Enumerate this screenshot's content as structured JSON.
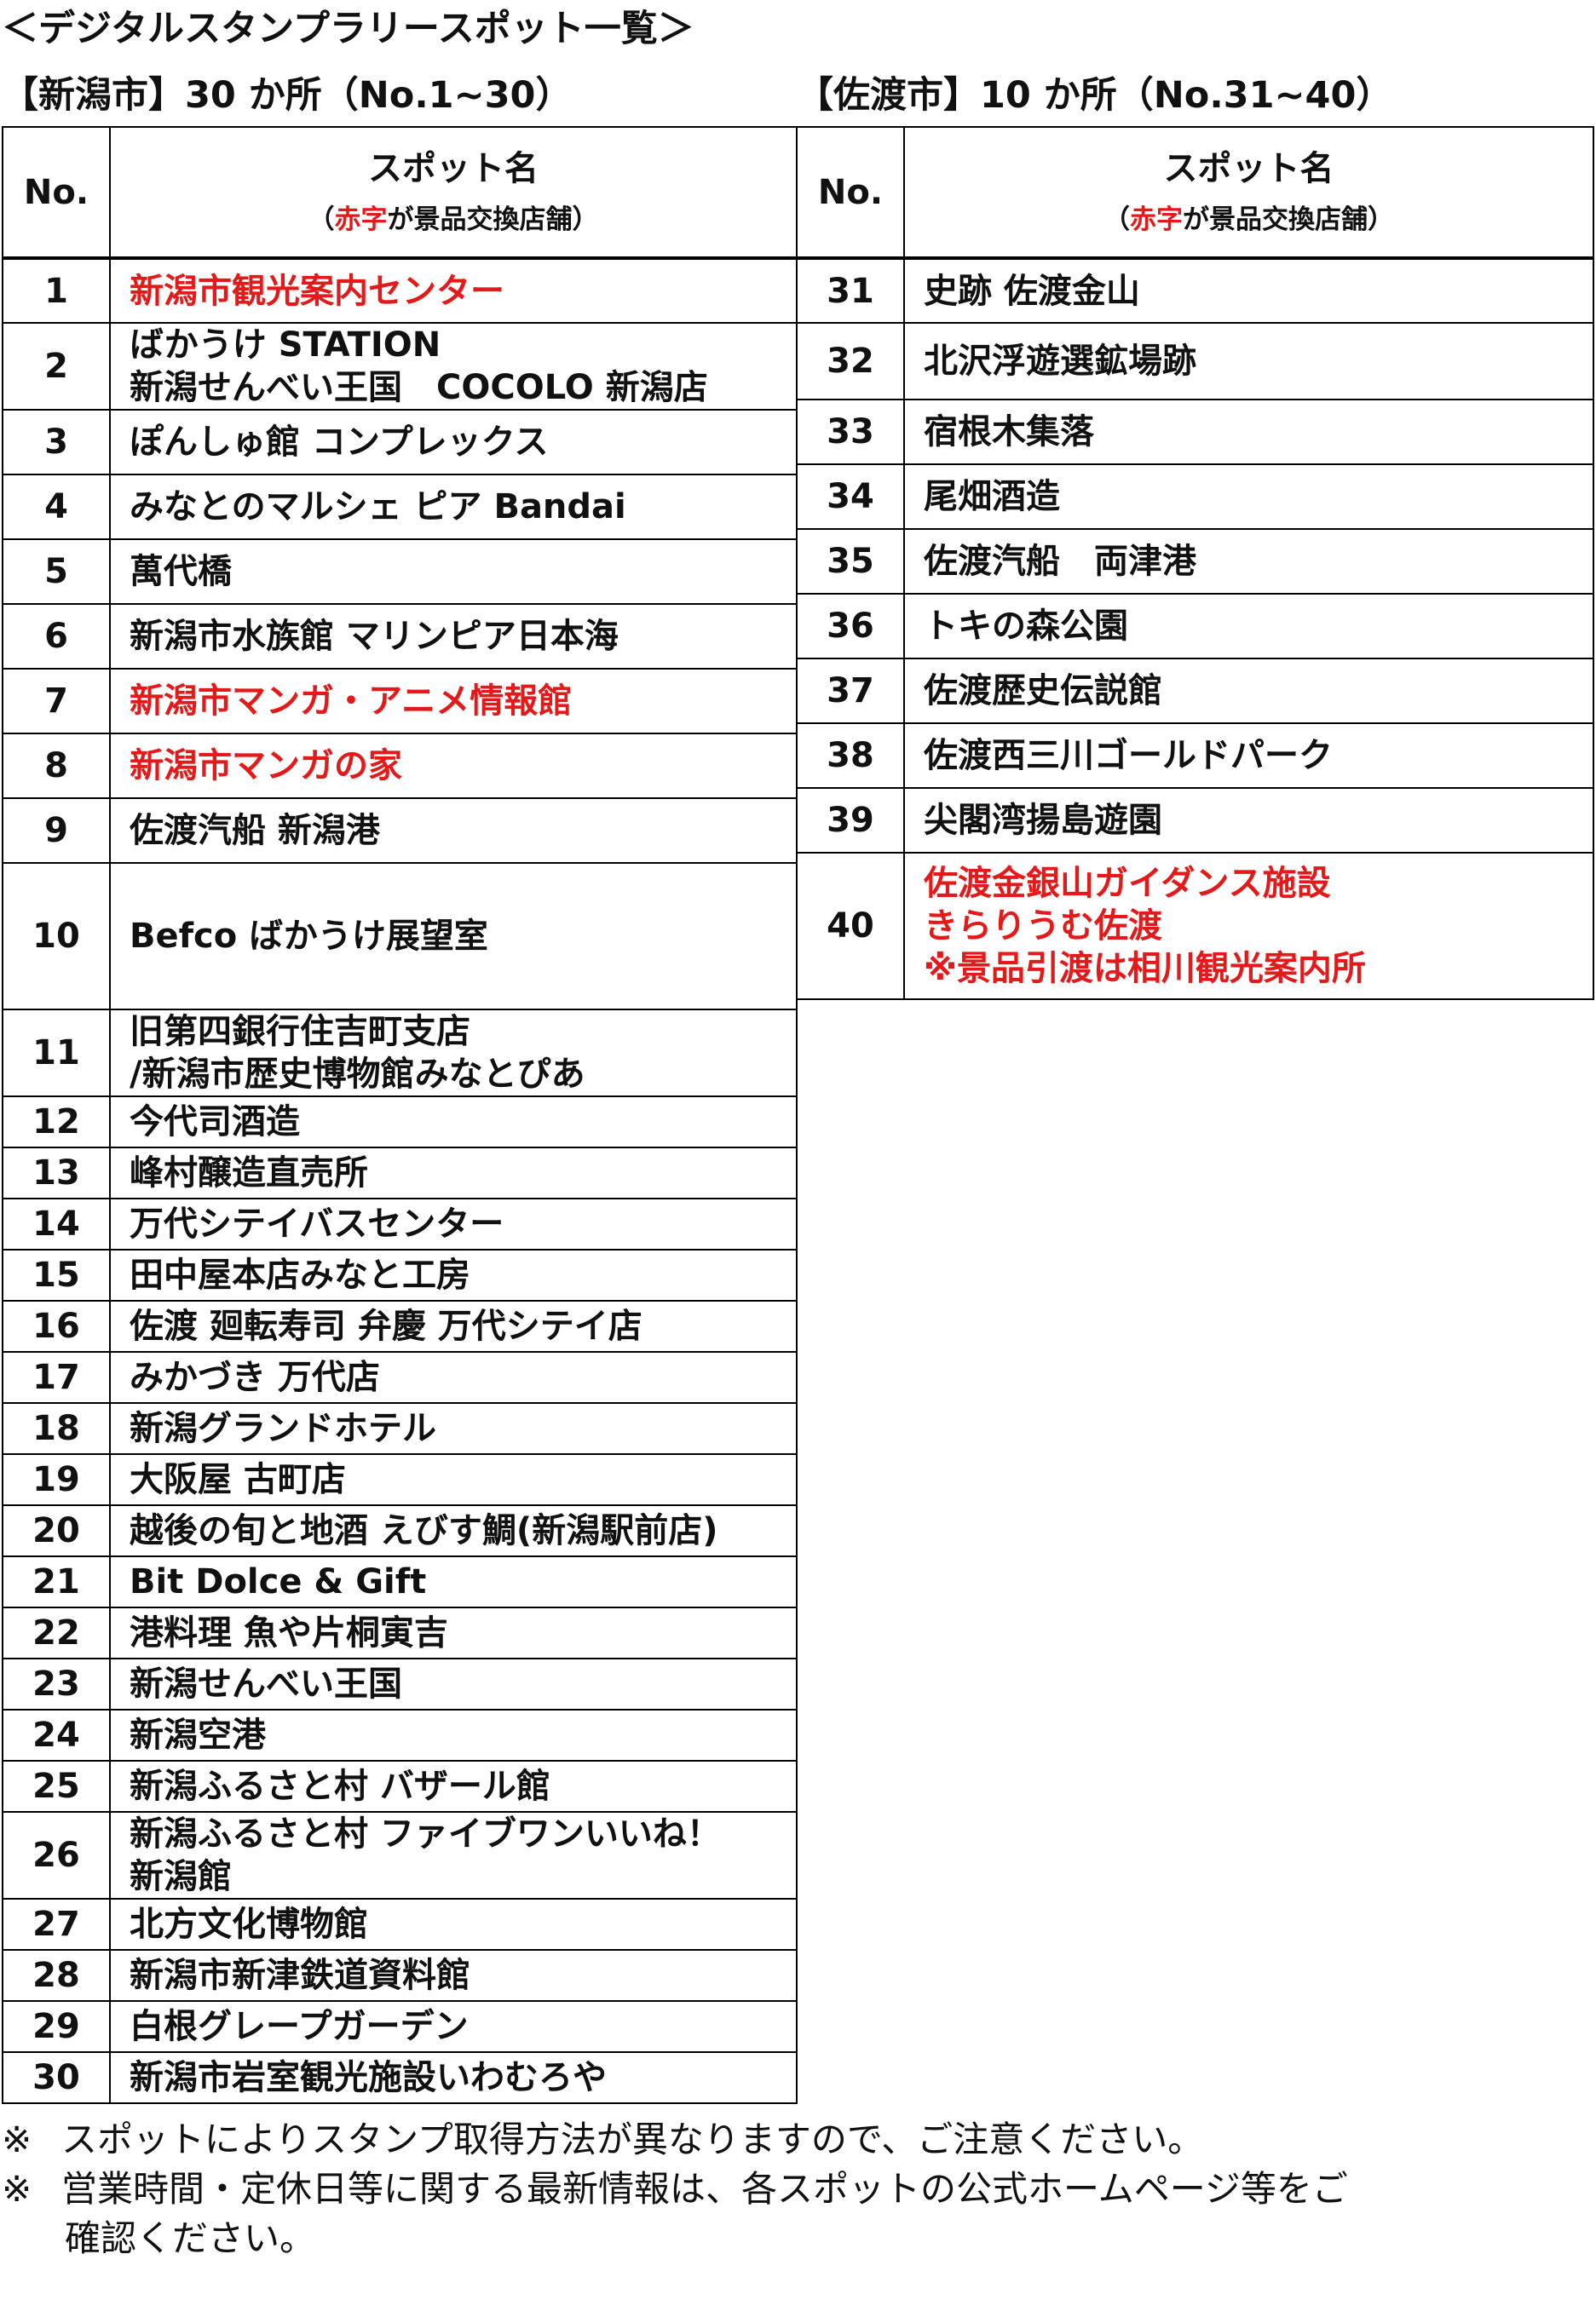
{
  "title": "＜デジタルスタンプラリースポット一覧＞",
  "niigata_heading": "【新潟市】30 か所（No.1~30）",
  "sado_heading": "【佐渡市】10 か所（No.31~40）",
  "table_header": {
    "no": "No.",
    "spot": "スポット名",
    "note_open": "（",
    "note_red": "赤字",
    "note_rest": "が景品交換店舗）"
  },
  "niigata_spots": [
    {
      "no": "1",
      "lines": [
        "新潟市観光案内センター"
      ],
      "exchange": true
    },
    {
      "no": "2",
      "lines": [
        "ばかうけ STATION",
        "新潟せんべい王国　COCOLO 新潟店"
      ],
      "exchange": false
    },
    {
      "no": "3",
      "lines": [
        "ぽんしゅ館 コンプレックス"
      ],
      "exchange": false
    },
    {
      "no": "4",
      "lines": [
        "みなとのマルシェ ピア Bandai"
      ],
      "exchange": false
    },
    {
      "no": "5",
      "lines": [
        "萬代橋"
      ],
      "exchange": false
    },
    {
      "no": "6",
      "lines": [
        "新潟市水族館 マリンピア日本海"
      ],
      "exchange": false
    },
    {
      "no": "7",
      "lines": [
        "新潟市マンガ・アニメ情報館"
      ],
      "exchange": true
    },
    {
      "no": "8",
      "lines": [
        "新潟市マンガの家"
      ],
      "exchange": true
    },
    {
      "no": "9",
      "lines": [
        "佐渡汽船 新潟港"
      ],
      "exchange": false
    },
    {
      "no": "10",
      "lines": [
        "Befco ばかうけ展望室"
      ],
      "exchange": false
    },
    {
      "no": "11",
      "lines": [
        "旧第四銀行住吉町支店",
        "/新潟市歴史博物館みなとぴあ"
      ],
      "exchange": false
    },
    {
      "no": "12",
      "lines": [
        "今代司酒造"
      ],
      "exchange": false
    },
    {
      "no": "13",
      "lines": [
        "峰村醸造直売所"
      ],
      "exchange": false
    },
    {
      "no": "14",
      "lines": [
        "万代シテイバスセンター"
      ],
      "exchange": false
    },
    {
      "no": "15",
      "lines": [
        "田中屋本店みなと工房"
      ],
      "exchange": false
    },
    {
      "no": "16",
      "lines": [
        "佐渡 廻転寿司 弁慶 万代シテイ店"
      ],
      "exchange": false
    },
    {
      "no": "17",
      "lines": [
        "みかづき 万代店"
      ],
      "exchange": false
    },
    {
      "no": "18",
      "lines": [
        "新潟グランドホテル"
      ],
      "exchange": false
    },
    {
      "no": "19",
      "lines": [
        "大阪屋 古町店"
      ],
      "exchange": false
    },
    {
      "no": "20",
      "lines": [
        "越後の旬と地酒 えびす鯛(新潟駅前店)"
      ],
      "exchange": false
    },
    {
      "no": "21",
      "lines": [
        "Bit Dolce & Gift"
      ],
      "exchange": false
    },
    {
      "no": "22",
      "lines": [
        "港料理 魚や片桐寅吉"
      ],
      "exchange": false
    },
    {
      "no": "23",
      "lines": [
        "新潟せんべい王国"
      ],
      "exchange": false
    },
    {
      "no": "24",
      "lines": [
        "新潟空港"
      ],
      "exchange": false
    },
    {
      "no": "25",
      "lines": [
        "新潟ふるさと村 バザール館"
      ],
      "exchange": false
    },
    {
      "no": "26",
      "lines": [
        "新潟ふるさと村 ファイブワンいいね！",
        "新潟館"
      ],
      "exchange": false
    },
    {
      "no": "27",
      "lines": [
        "北方文化博物館"
      ],
      "exchange": false
    },
    {
      "no": "28",
      "lines": [
        "新潟市新津鉄道資料館"
      ],
      "exchange": false
    },
    {
      "no": "29",
      "lines": [
        "白根グレープガーデン"
      ],
      "exchange": false
    },
    {
      "no": "30",
      "lines": [
        "新潟市岩室観光施設いわむろや"
      ],
      "exchange": false
    }
  ],
  "sado_spots": [
    {
      "no": "31",
      "lines": [
        "史跡 佐渡金山"
      ],
      "exchange": false
    },
    {
      "no": "32",
      "lines": [
        "北沢浮遊選鉱場跡"
      ],
      "exchange": false
    },
    {
      "no": "33",
      "lines": [
        "宿根木集落"
      ],
      "exchange": false
    },
    {
      "no": "34",
      "lines": [
        "尾畑酒造"
      ],
      "exchange": false
    },
    {
      "no": "35",
      "lines": [
        "佐渡汽船　両津港"
      ],
      "exchange": false
    },
    {
      "no": "36",
      "lines": [
        "トキの森公園"
      ],
      "exchange": false
    },
    {
      "no": "37",
      "lines": [
        "佐渡歴史伝説館"
      ],
      "exchange": false
    },
    {
      "no": "38",
      "lines": [
        "佐渡西三川ゴールドパーク"
      ],
      "exchange": false
    },
    {
      "no": "39",
      "lines": [
        "尖閣湾揚島遊園"
      ],
      "exchange": false
    },
    {
      "no": "40",
      "lines": [
        "佐渡金銀山ガイダンス施設",
        "きらりうむ佐渡",
        "※景品引渡は相川観光案内所"
      ],
      "exchange": true
    }
  ],
  "notes": [
    {
      "mark": "※",
      "text": "スポットによりスタンプ取得方法が異なりますので、ご注意ください。",
      "cont": ""
    },
    {
      "mark": "※",
      "text": "営業時間・定休日等に関する最新情報は、各スポットの公式ホームページ等をご",
      "cont": "確認ください。"
    }
  ]
}
